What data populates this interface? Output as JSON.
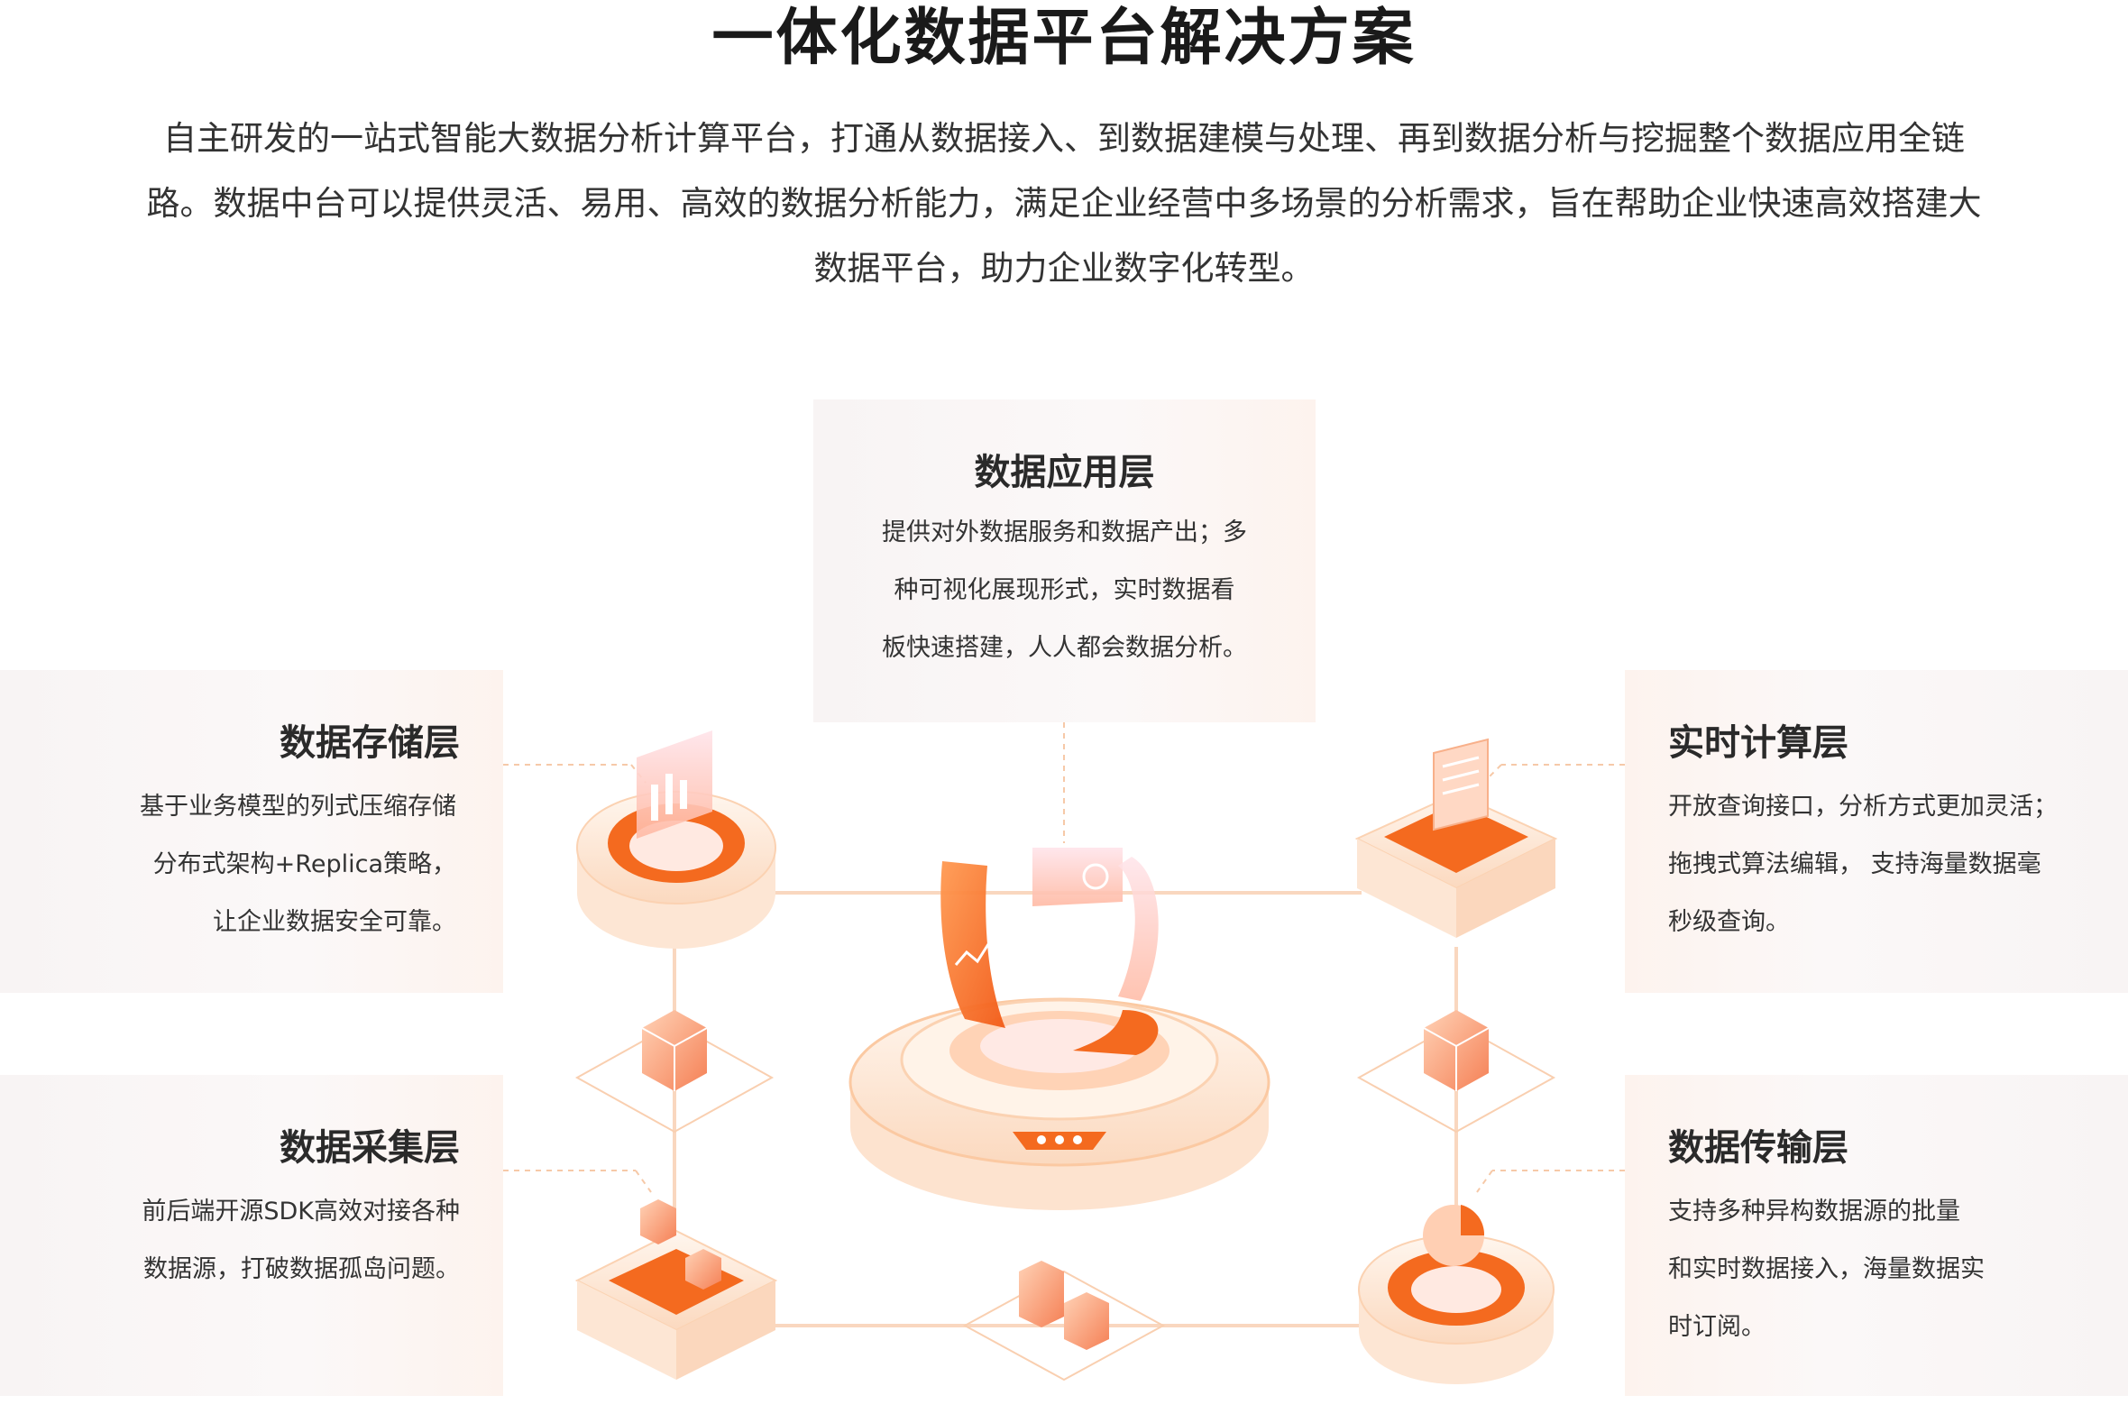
{
  "header": {
    "title": "一体化数据平台解决方案",
    "intro_line1": "自主研发的一站式智能大数据分析计算平台，打通从数据接入、到数据建模与处理、再到数据分析与挖掘整个数据应用全链",
    "intro_line2": "路。数据中台可以提供灵活、易用、高效的数据分析能力，满足企业经营中多场景的分析需求，旨在帮助企业快速高效搭建大",
    "intro_line3": "数据平台，助力企业数字化转型。"
  },
  "layers": {
    "application": {
      "title": "数据应用层",
      "lines": [
        "提供对外数据服务和数据产出；多",
        "种可视化展现形式，实时数据看",
        "板快速搭建，人人都会数据分析。"
      ]
    },
    "storage": {
      "title": "数据存储层",
      "lines": [
        "基于业务模型的列式压缩存储",
        "分布式架构+Replica策略，",
        "让企业数据安全可靠。"
      ]
    },
    "compute": {
      "title": "实时计算层",
      "lines": [
        "开放查询接口，分析方式更加灵活；",
        "拖拽式算法编辑， 支持海量数据毫",
        "秒级查询。"
      ]
    },
    "collect": {
      "title": "数据采集层",
      "lines": [
        "前后端开源SDK高效对接各种",
        "数据源，打破数据孤岛问题。"
      ]
    },
    "transfer": {
      "title": "数据传输层",
      "lines": [
        "支持多种异构数据源的批量",
        "和实时数据接入，海量数据实",
        "时订阅。"
      ]
    }
  },
  "colors": {
    "accent": "#f46a1f",
    "accent_light": "#ffb37a",
    "platform_base": "#fde8d6",
    "card_bg": "#f8f4f4",
    "line": "#f7c8a6"
  }
}
